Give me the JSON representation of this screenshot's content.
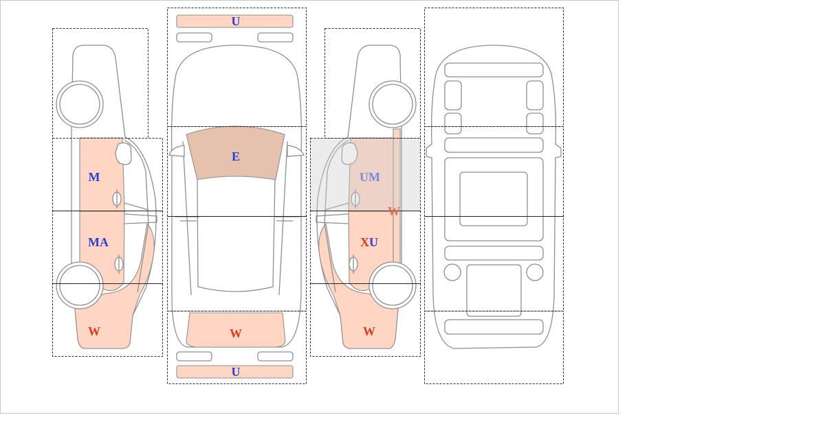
{
  "colors": {
    "panel_fill": "#ffd6c4",
    "hood_fill": "#e6c1ae",
    "selected_zone_fill": "#cdcdcd",
    "label_blue": "#2b3ed6",
    "label_red": "#dc3a1a",
    "outline": "#8e8e8e"
  },
  "labels": {
    "left_front_door": "M",
    "left_rear_door": "MA",
    "left_rear_fender": "W",
    "front_bumper": "U",
    "hood": "E",
    "trunk": "W",
    "rear_bumper": "U",
    "right_front_door": "UM",
    "right_pillar": "W",
    "right_rear_door_prefix": "X",
    "right_rear_door_suffix": "U",
    "right_rear_fender": "W"
  }
}
